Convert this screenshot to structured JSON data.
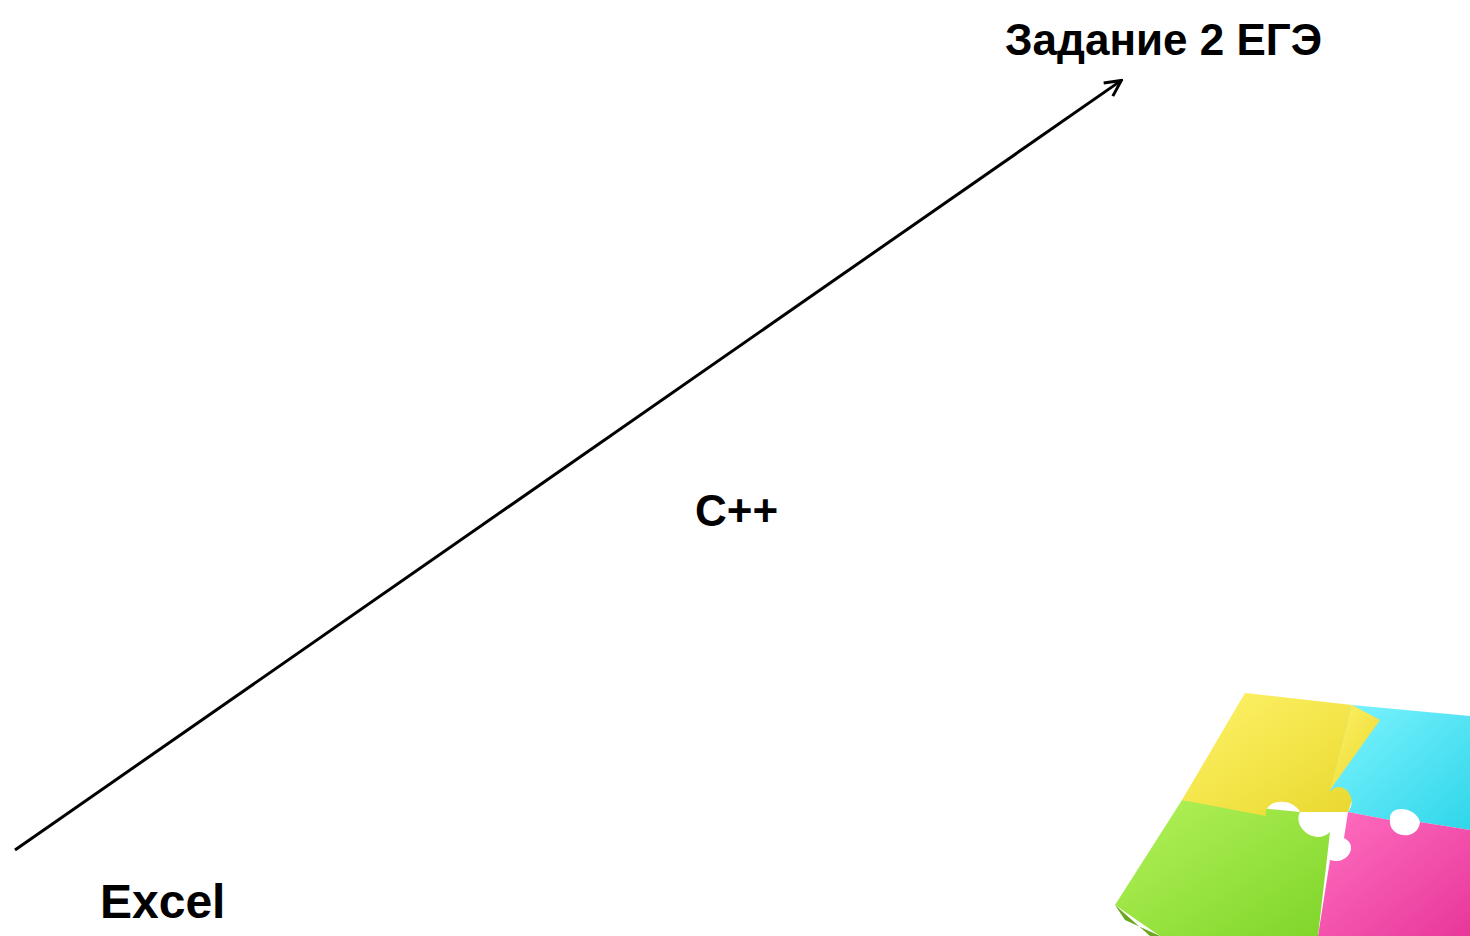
{
  "diagram": {
    "nodes": [
      {
        "text": [
          "Excel"
        ]
      },
      {
        "text": [
          "Задание 2 ЕГЭ"
        ]
      }
    ],
    "edges": [
      {
        "from": 0,
        "to": 1,
        "arrow": "to"
      }
    ],
    "labels": [
      "C++"
    ]
  }
}
